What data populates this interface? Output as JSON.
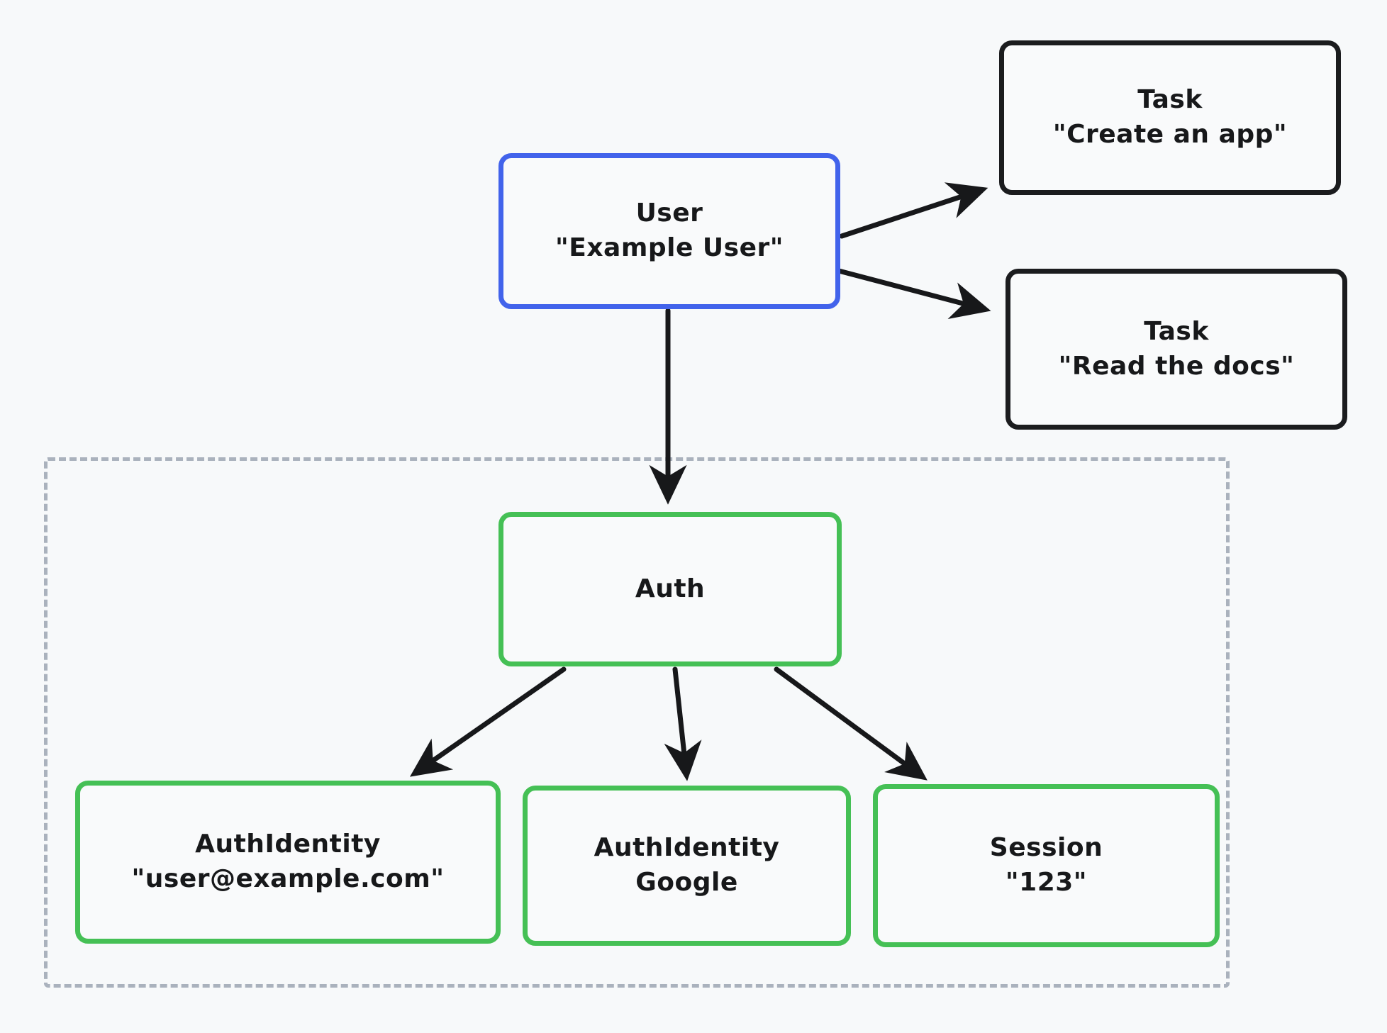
{
  "diagram": {
    "title": "User / Auth entity relationship diagram",
    "background_color": "#f7f9fa",
    "colors": {
      "accent_blue": "#4263eb",
      "accent_green": "#45c055",
      "node_black": "#1b1c1e",
      "group_border_gray": "#aab2bd",
      "node_fill": "#f9fafb",
      "edge_black": "#17181a",
      "text": "#17181a"
    }
  },
  "group": {
    "name": "auth-group",
    "border_style": "dashed",
    "label": ""
  },
  "nodes": {
    "user": {
      "id": "user",
      "type_label": "User",
      "value_label": "\"Example User\"",
      "border_color": "#4263eb"
    },
    "task_1": {
      "id": "task-create-an-app",
      "type_label": "Task",
      "value_label": "\"Create an app\"",
      "border_color": "#1b1c1e"
    },
    "task_2": {
      "id": "task-read-the-docs",
      "type_label": "Task",
      "value_label": "\"Read the docs\"",
      "border_color": "#1b1c1e"
    },
    "auth": {
      "id": "auth",
      "type_label": "Auth",
      "value_label": "",
      "border_color": "#45c055"
    },
    "auth_identity_email": {
      "id": "authidentity-email",
      "type_label": "AuthIdentity",
      "value_label": "\"user@example.com\"",
      "border_color": "#45c055"
    },
    "auth_identity_google": {
      "id": "authidentity-google",
      "type_label": "AuthIdentity",
      "value_label": "Google",
      "border_color": "#45c055"
    },
    "session": {
      "id": "session",
      "type_label": "Session",
      "value_label": "\"123\"",
      "border_color": "#45c055"
    }
  },
  "edges": [
    {
      "id": "user-to-task-1",
      "from": "user",
      "to": "task_1",
      "arrow": true
    },
    {
      "id": "user-to-task-2",
      "from": "user",
      "to": "task_2",
      "arrow": true
    },
    {
      "id": "user-to-auth",
      "from": "user",
      "to": "auth",
      "arrow": true
    },
    {
      "id": "auth-to-authidentity-email",
      "from": "auth",
      "to": "auth_identity_email",
      "arrow": true
    },
    {
      "id": "auth-to-authidentity-google",
      "from": "auth",
      "to": "auth_identity_google",
      "arrow": true
    },
    {
      "id": "auth-to-session",
      "from": "auth",
      "to": "session",
      "arrow": true
    }
  ]
}
